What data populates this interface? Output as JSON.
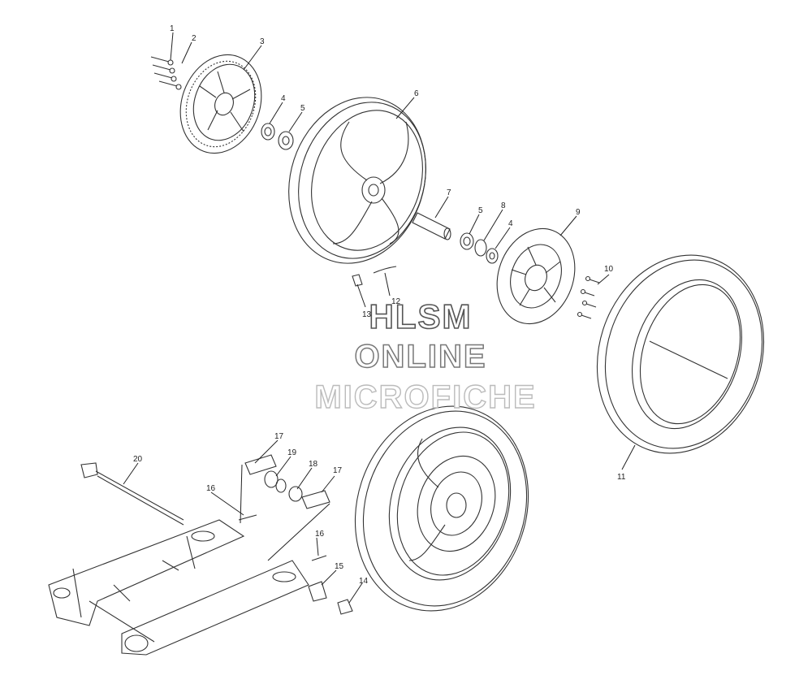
{
  "callouts": {
    "c1": "1",
    "c2": "2",
    "c3": "3",
    "c4a": "4",
    "c5a": "5",
    "c6": "6",
    "c7": "7",
    "c5b": "5",
    "c8": "8",
    "c4b": "4",
    "c9": "9",
    "c10": "10",
    "c11": "11",
    "c12": "12",
    "c13": "13",
    "c14": "14",
    "c15": "15",
    "c16a": "16",
    "c16b": "16",
    "c17a": "17",
    "c17b": "17",
    "c18": "18",
    "c19": "19",
    "c20": "20"
  },
  "watermark": {
    "line1": "HLSM",
    "line2": "ONLINE",
    "line3": "MICROFICHE"
  }
}
